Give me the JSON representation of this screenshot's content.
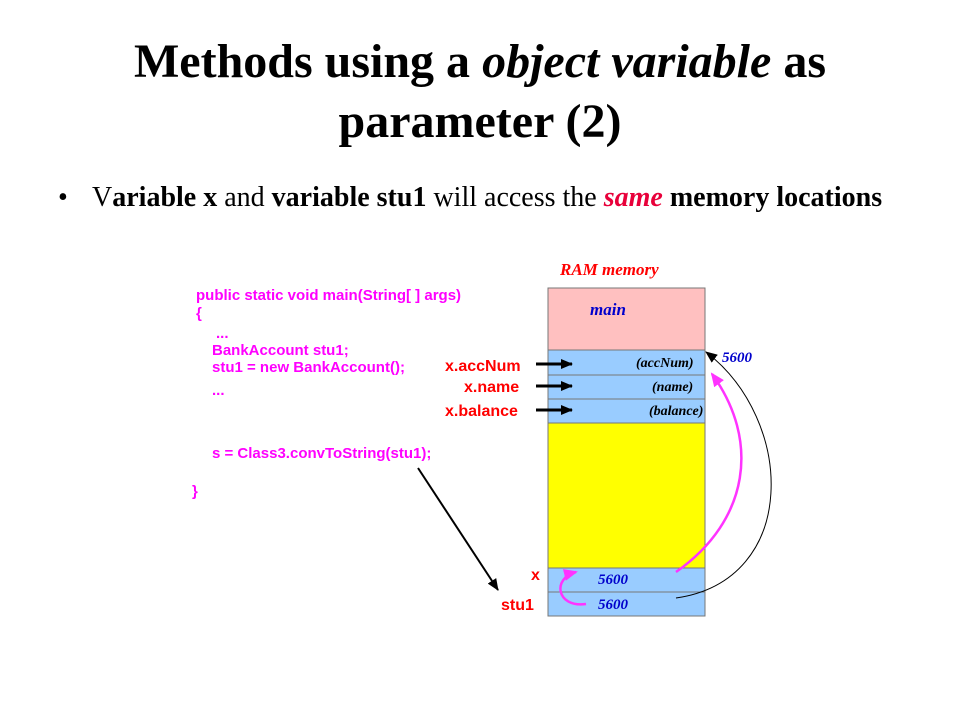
{
  "title": {
    "line1_a": "Methods using a ",
    "line1_italic": "object variable",
    "line1_b": " as",
    "line2": "parameter (2)"
  },
  "bullet": {
    "dot": "•",
    "v": "V",
    "ariable": "ariable ",
    "x": "x",
    "and": " and ",
    "variable_stu1": "variable stu1",
    "will_access_the": " will access the ",
    "same": "same",
    "memory_locations": " memory locations"
  },
  "diagram": {
    "ram_label": "RAM memory",
    "code_lines": [
      "public static void main(String[ ]  args)",
      "{",
      "...",
      "BankAccount stu1;",
      "stu1 = new BankAccount();",
      "...",
      "s = Class3.convToString(stu1);",
      "}"
    ],
    "memory": {
      "main_label": "main",
      "fields": [
        "(accNum)",
        "(name)",
        "(balance)"
      ],
      "x_value": "5600",
      "stu1_value": "5600",
      "address_label": "5600"
    },
    "pointer_labels": [
      "x.accNum",
      "x.name",
      "x.balance"
    ],
    "var_labels": {
      "x": "x",
      "stu1": "stu1"
    },
    "colors": {
      "code": "#ff00ff",
      "ram_label": "#ff0000",
      "main_cell": "#ffc0c0",
      "field_cell": "#99ccff",
      "free_cell": "#ffff00",
      "blue_text": "#0000cc",
      "red_label": "#ff0000",
      "magenta_arrow": "#ff33ff"
    }
  }
}
